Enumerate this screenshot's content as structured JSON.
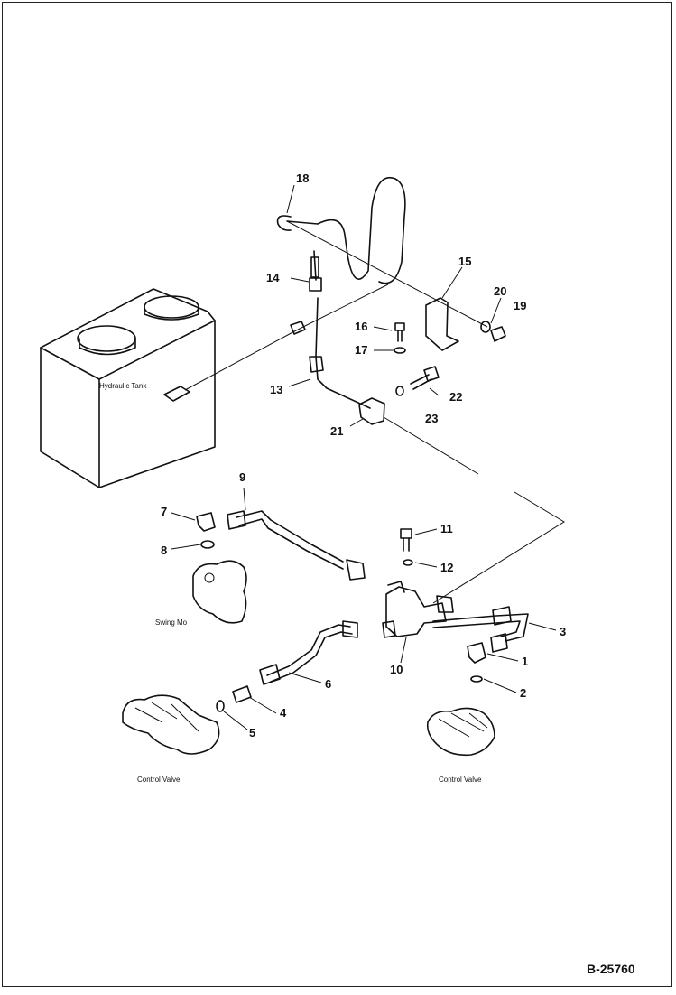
{
  "drawing": {
    "code": "B-25760",
    "labels": {
      "hydraulic_tank": "Hydraulic Tank",
      "swing_motor": "Swing Mo",
      "control_valve_left": "Control Valve",
      "control_valve_right": "Control Valve"
    },
    "callouts": [
      "1",
      "2",
      "3",
      "4",
      "5",
      "6",
      "7",
      "8",
      "9",
      "10",
      "11",
      "12",
      "13",
      "14",
      "15",
      "16",
      "17",
      "18",
      "20",
      "22",
      "23",
      "21",
      "19"
    ]
  }
}
